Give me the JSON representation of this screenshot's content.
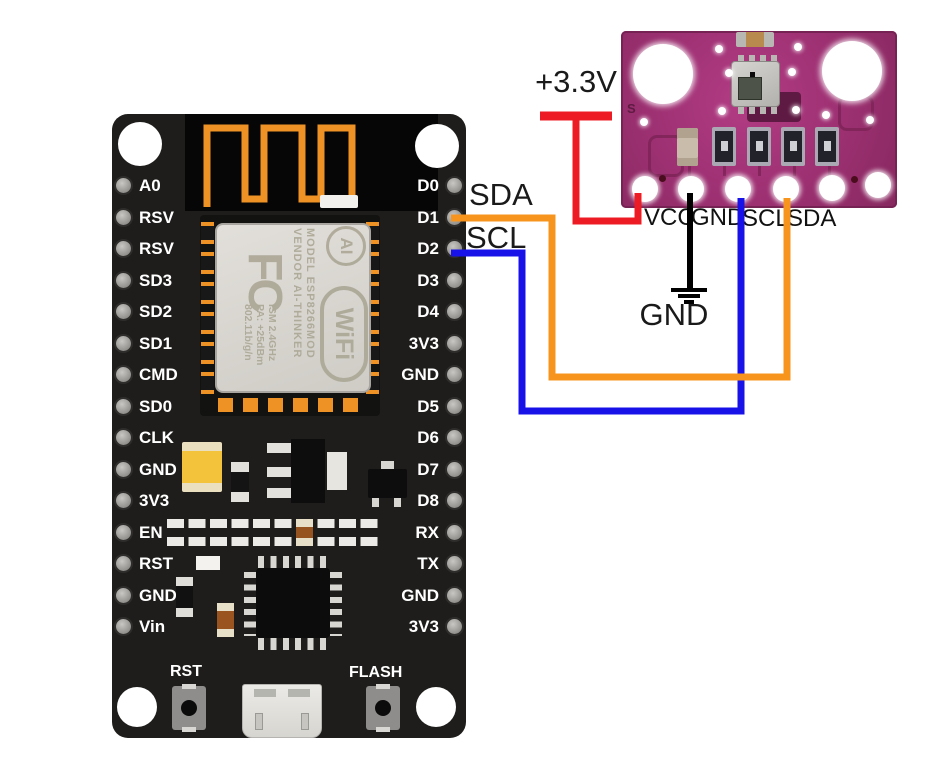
{
  "wiring": {
    "power_label": "+3.3V",
    "sda_label": "SDA",
    "scl_label": "SCL",
    "ground_label": "GND",
    "wire_colors": {
      "power": "#ed1c24",
      "ground": "#000000",
      "sda": "#f7941d",
      "scl": "#1812e8"
    }
  },
  "nodemcu": {
    "left_pins": [
      "A0",
      "RSV",
      "RSV",
      "SD3",
      "SD2",
      "SD1",
      "CMD",
      "SD0",
      "CLK",
      "GND",
      "3V3",
      "EN",
      "RST",
      "GND",
      "Vin"
    ],
    "right_pins": [
      "D0",
      "D1",
      "D2",
      "D3",
      "D4",
      "3V3",
      "GND",
      "D5",
      "D6",
      "D7",
      "D8",
      "RX",
      "TX",
      "GND",
      "3V3"
    ],
    "reset_button_label": "RST",
    "flash_button_label": "FLASH",
    "module": {
      "fcc_logo": "FC",
      "ai_logo": "AI",
      "wifi_logo": "WiFi",
      "model_line": "MODEL ESP8266MOD",
      "vendor_line": "VENDOR AI-THINKER",
      "spec_lines": [
        "ISM 2.4GHz",
        "PA: +25dBm",
        "802.11b/g/n"
      ]
    },
    "colors": {
      "board": "#1e1d1b",
      "antenna": "#ef9226",
      "pads": "#ef9226"
    }
  },
  "sensor": {
    "pin_labels": [
      "VCC",
      "GND",
      "SCL",
      "SDA"
    ],
    "silk_marking": "S",
    "colors": {
      "board": "#a23478"
    }
  }
}
